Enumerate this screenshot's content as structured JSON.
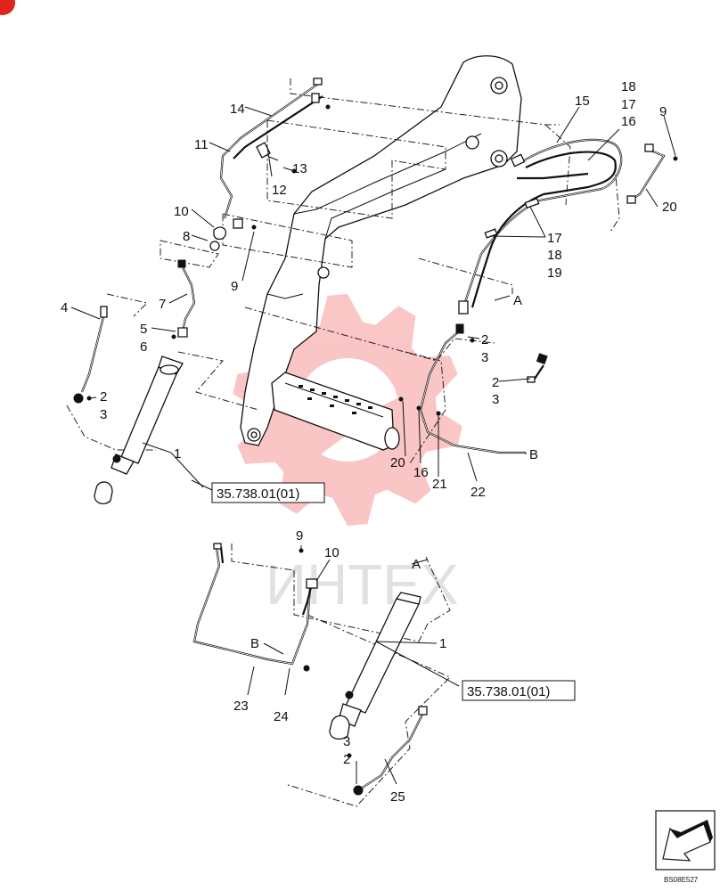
{
  "labels": [
    "1",
    "2",
    "3",
    "4",
    "5",
    "6",
    "7",
    "8",
    "9",
    "10",
    "11",
    "12",
    "13",
    "14",
    "15",
    "16",
    "17",
    "18",
    "19",
    "20",
    "21",
    "22",
    "23",
    "24",
    "25",
    "A",
    "B"
  ],
  "references": [
    "35.738.01(01)",
    "35.738.01(01)"
  ],
  "drawing_code": "BS08E527",
  "watermark": "ИНТЕХ",
  "colors": {
    "line": "#111111",
    "watermark_red": "#f25c5c",
    "watermark_gray": "#c9c9c9",
    "corner_badge": "#e2231a"
  },
  "icons": [
    "arrow-icon",
    "gear-watermark-icon",
    "corner-badge-icon"
  ]
}
